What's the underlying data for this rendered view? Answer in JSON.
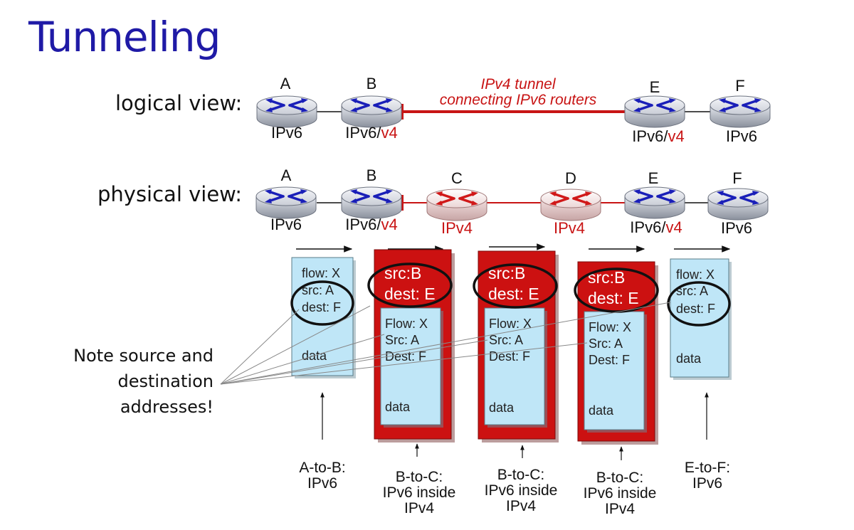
{
  "title": "Tunneling",
  "logical": {
    "label": "logical view:",
    "tunnel_line1": "IPv4 tunnel",
    "tunnel_line2": "connecting IPv6 routers",
    "routers": [
      {
        "name": "A",
        "type_main": "IPv6",
        "type_suffix": ""
      },
      {
        "name": "B",
        "type_main": "IPv6/",
        "type_suffix": "v4"
      },
      {
        "name": "E",
        "type_main": "IPv6/",
        "type_suffix": "v4"
      },
      {
        "name": "F",
        "type_main": "IPv6",
        "type_suffix": ""
      }
    ]
  },
  "physical": {
    "label": "physical view:",
    "routers": [
      {
        "name": "A",
        "type_main": "IPv6",
        "type_suffix": ""
      },
      {
        "name": "B",
        "type_main": "IPv6/",
        "type_suffix": "v4"
      },
      {
        "name": "C",
        "type_main": "IPv4",
        "type_suffix": ""
      },
      {
        "name": "D",
        "type_main": "IPv4",
        "type_suffix": ""
      },
      {
        "name": "E",
        "type_main": "IPv6/",
        "type_suffix": "v4"
      },
      {
        "name": "F",
        "type_main": "IPv6",
        "type_suffix": ""
      }
    ]
  },
  "note": [
    "Note source and",
    "destination",
    "addresses!"
  ],
  "packets": {
    "ipv6": {
      "flow": "flow: X",
      "src": "src: A",
      "dest": "dest: F",
      "data": "data"
    },
    "outer": {
      "src": "src:B",
      "dest": "dest: E"
    },
    "inner": {
      "flow": "Flow: X",
      "src": "Src: A",
      "dest": "Dest: F",
      "data": "data"
    }
  },
  "captions": {
    "a_to_b": [
      "A-to-B:",
      "IPv6"
    ],
    "b_to_c": [
      "B-to-C:",
      "IPv6 inside",
      "IPv4"
    ],
    "e_to_f": [
      "E-to-F:",
      "IPv6"
    ]
  },
  "colors": {
    "title": "#1f1aa6",
    "tunnel_red": "#c81414",
    "packet_fill": "#bfe6f7",
    "router_blue": "#1a1fb8",
    "router_body": "#c9cdd6"
  }
}
